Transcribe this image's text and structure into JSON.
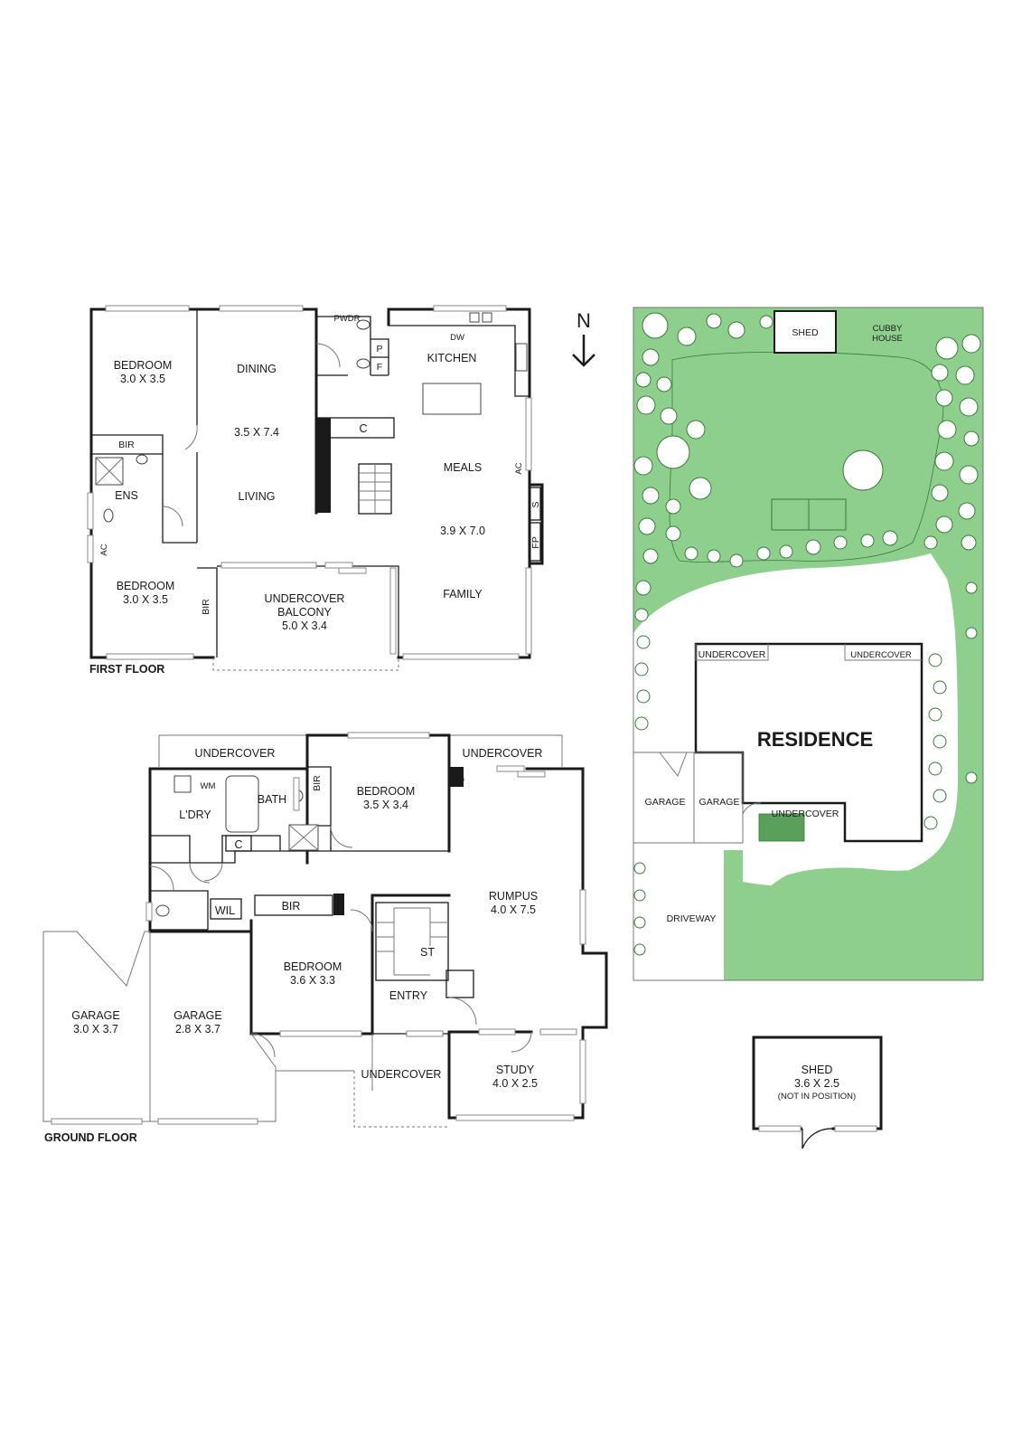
{
  "first_floor": {
    "title": "FIRST FLOOR",
    "bedroom1": {
      "name": "BEDROOM",
      "size": "3.0 X 3.5"
    },
    "bedroom2": {
      "name": "BEDROOM",
      "size": "3.0 X 3.5"
    },
    "dining": "DINING",
    "living_size": "3.5 X 7.4",
    "living": "LIVING",
    "kitchen": "KITCHEN",
    "meals": "MEALS",
    "family_size": "3.9 X 7.0",
    "family": "FAMILY",
    "balcony": {
      "line1": "UNDERCOVER",
      "line2": "BALCONY",
      "size": "5.0 X 3.4"
    },
    "bir1": "BIR",
    "bir2": "BIR",
    "ens": "ENS",
    "ac1": "AC",
    "ac2": "AC",
    "pwdr": "PWDR",
    "dw": "DW",
    "p": "P",
    "f": "F",
    "c": "C",
    "s": "S",
    "fp": "FP"
  },
  "ground_floor": {
    "title": "GROUND FLOOR",
    "undercover1": "UNDERCOVER",
    "undercover2": "UNDERCOVER",
    "undercover3": "UNDERCOVER",
    "wm": "WM",
    "ldry": "L'DRY",
    "bath": "BATH",
    "bir1": "BIR",
    "bir2": "BIR",
    "c": "C",
    "bedroom1": {
      "name": "BEDROOM",
      "size": "3.5 X 3.4"
    },
    "bedroom2": {
      "name": "BEDROOM",
      "size": "3.6 X 3.3"
    },
    "rumpus": {
      "name": "RUMPUS",
      "size": "4.0 X 7.5"
    },
    "wil": "WIL",
    "st": "ST",
    "entry": "ENTRY",
    "garage1": {
      "name": "GARAGE",
      "size": "3.0 X 3.7"
    },
    "garage2": {
      "name": "GARAGE",
      "size": "2.8 X 3.7"
    },
    "study": {
      "name": "STUDY",
      "size": "4.0 X 2.5"
    }
  },
  "site": {
    "shed": "SHED",
    "cubby_line1": "CUBBY",
    "cubby_line2": "HOUSE",
    "undercover_left": "UNDERCOVER",
    "undercover_right": "UNDERCOVER",
    "residence": "RESIDENCE",
    "garage_left": "GARAGE",
    "garage_right": "GARAGE",
    "undercover_bottom": "UNDERCOVER",
    "driveway": "DRIVEWAY",
    "lawn_color": "#8ecf8e"
  },
  "shed_detail": {
    "name": "SHED",
    "size": "3.6 X 2.5",
    "note": "(NOT IN POSITION)"
  },
  "compass": {
    "label": "N"
  }
}
